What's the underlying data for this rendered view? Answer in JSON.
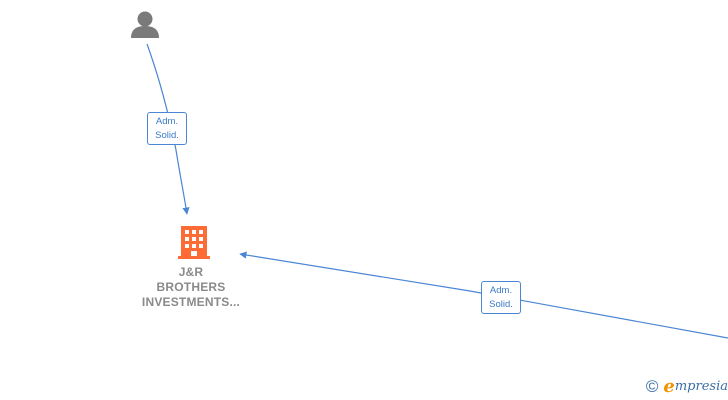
{
  "nodes": {
    "person": {
      "icon": "person-icon"
    },
    "company": {
      "icon": "building-icon",
      "label_lines": [
        "J&R",
        "BROTHERS",
        "INVESTMENTS..."
      ]
    }
  },
  "edges": [
    {
      "from": "person",
      "to": "company",
      "label_lines": [
        "Adm.",
        "Solid."
      ]
    },
    {
      "from": "offscreen-right",
      "to": "company",
      "label_lines": [
        "Adm.",
        "Solid."
      ]
    }
  ],
  "watermark": {
    "symbol": "©",
    "brand_initial": "e",
    "brand_rest": "mpresia"
  },
  "colors": {
    "edge": "#4a86d4",
    "person_icon": "#7a7a7a",
    "company_icon": "#ff6b35",
    "label_text": "#8a8a8a"
  }
}
